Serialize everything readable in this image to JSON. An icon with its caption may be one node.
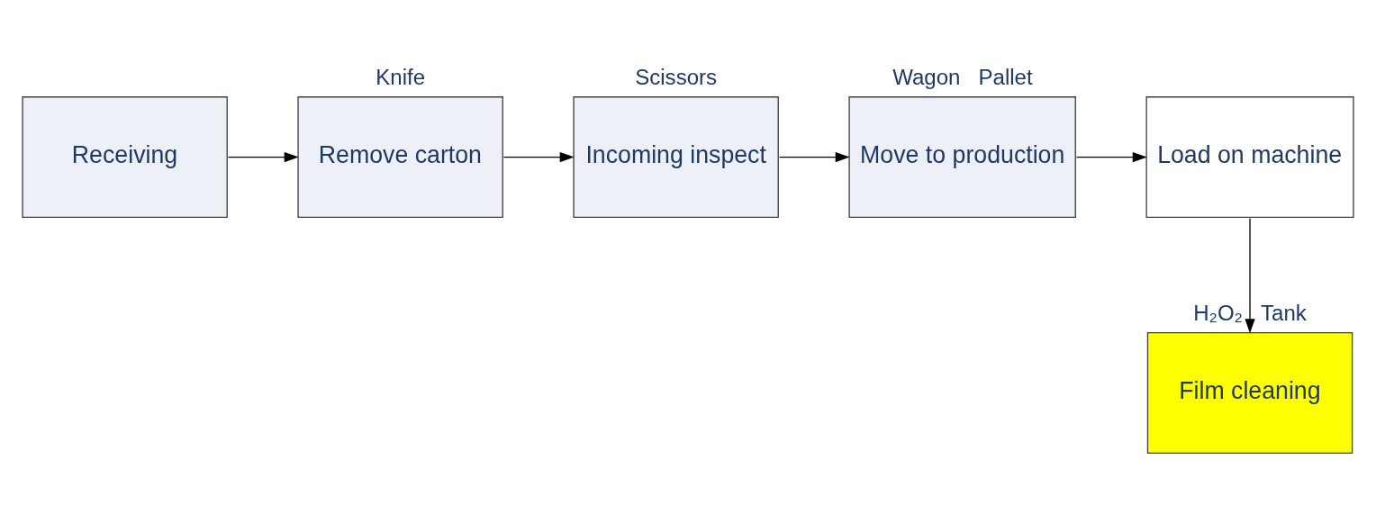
{
  "diagram": {
    "nodes": [
      {
        "text": [
          "Receiving"
        ]
      },
      {
        "text": [
          "Remove carton"
        ],
        "beside": [
          "Knife"
        ]
      },
      {
        "text": [
          "Incoming inspect"
        ],
        "beside": [
          "Scissors"
        ]
      },
      {
        "text": [
          "Move to production"
        ],
        "beside": [
          "Wagon",
          "Pallet"
        ]
      },
      {
        "text": [
          "Load on machine"
        ]
      },
      {
        "text": [
          "Film cleaning"
        ],
        "beside": [
          "H₂O₂",
          "Tank"
        ]
      }
    ],
    "edges": [
      {
        "from": 0,
        "to": 1,
        "arrow": "to"
      },
      {
        "from": 1,
        "to": 2,
        "arrow": "to"
      },
      {
        "from": 2,
        "to": 3,
        "arrow": "to"
      },
      {
        "from": 3,
        "to": 4,
        "arrow": "to"
      },
      {
        "from": 4,
        "to": 5,
        "arrow": "to"
      }
    ]
  }
}
